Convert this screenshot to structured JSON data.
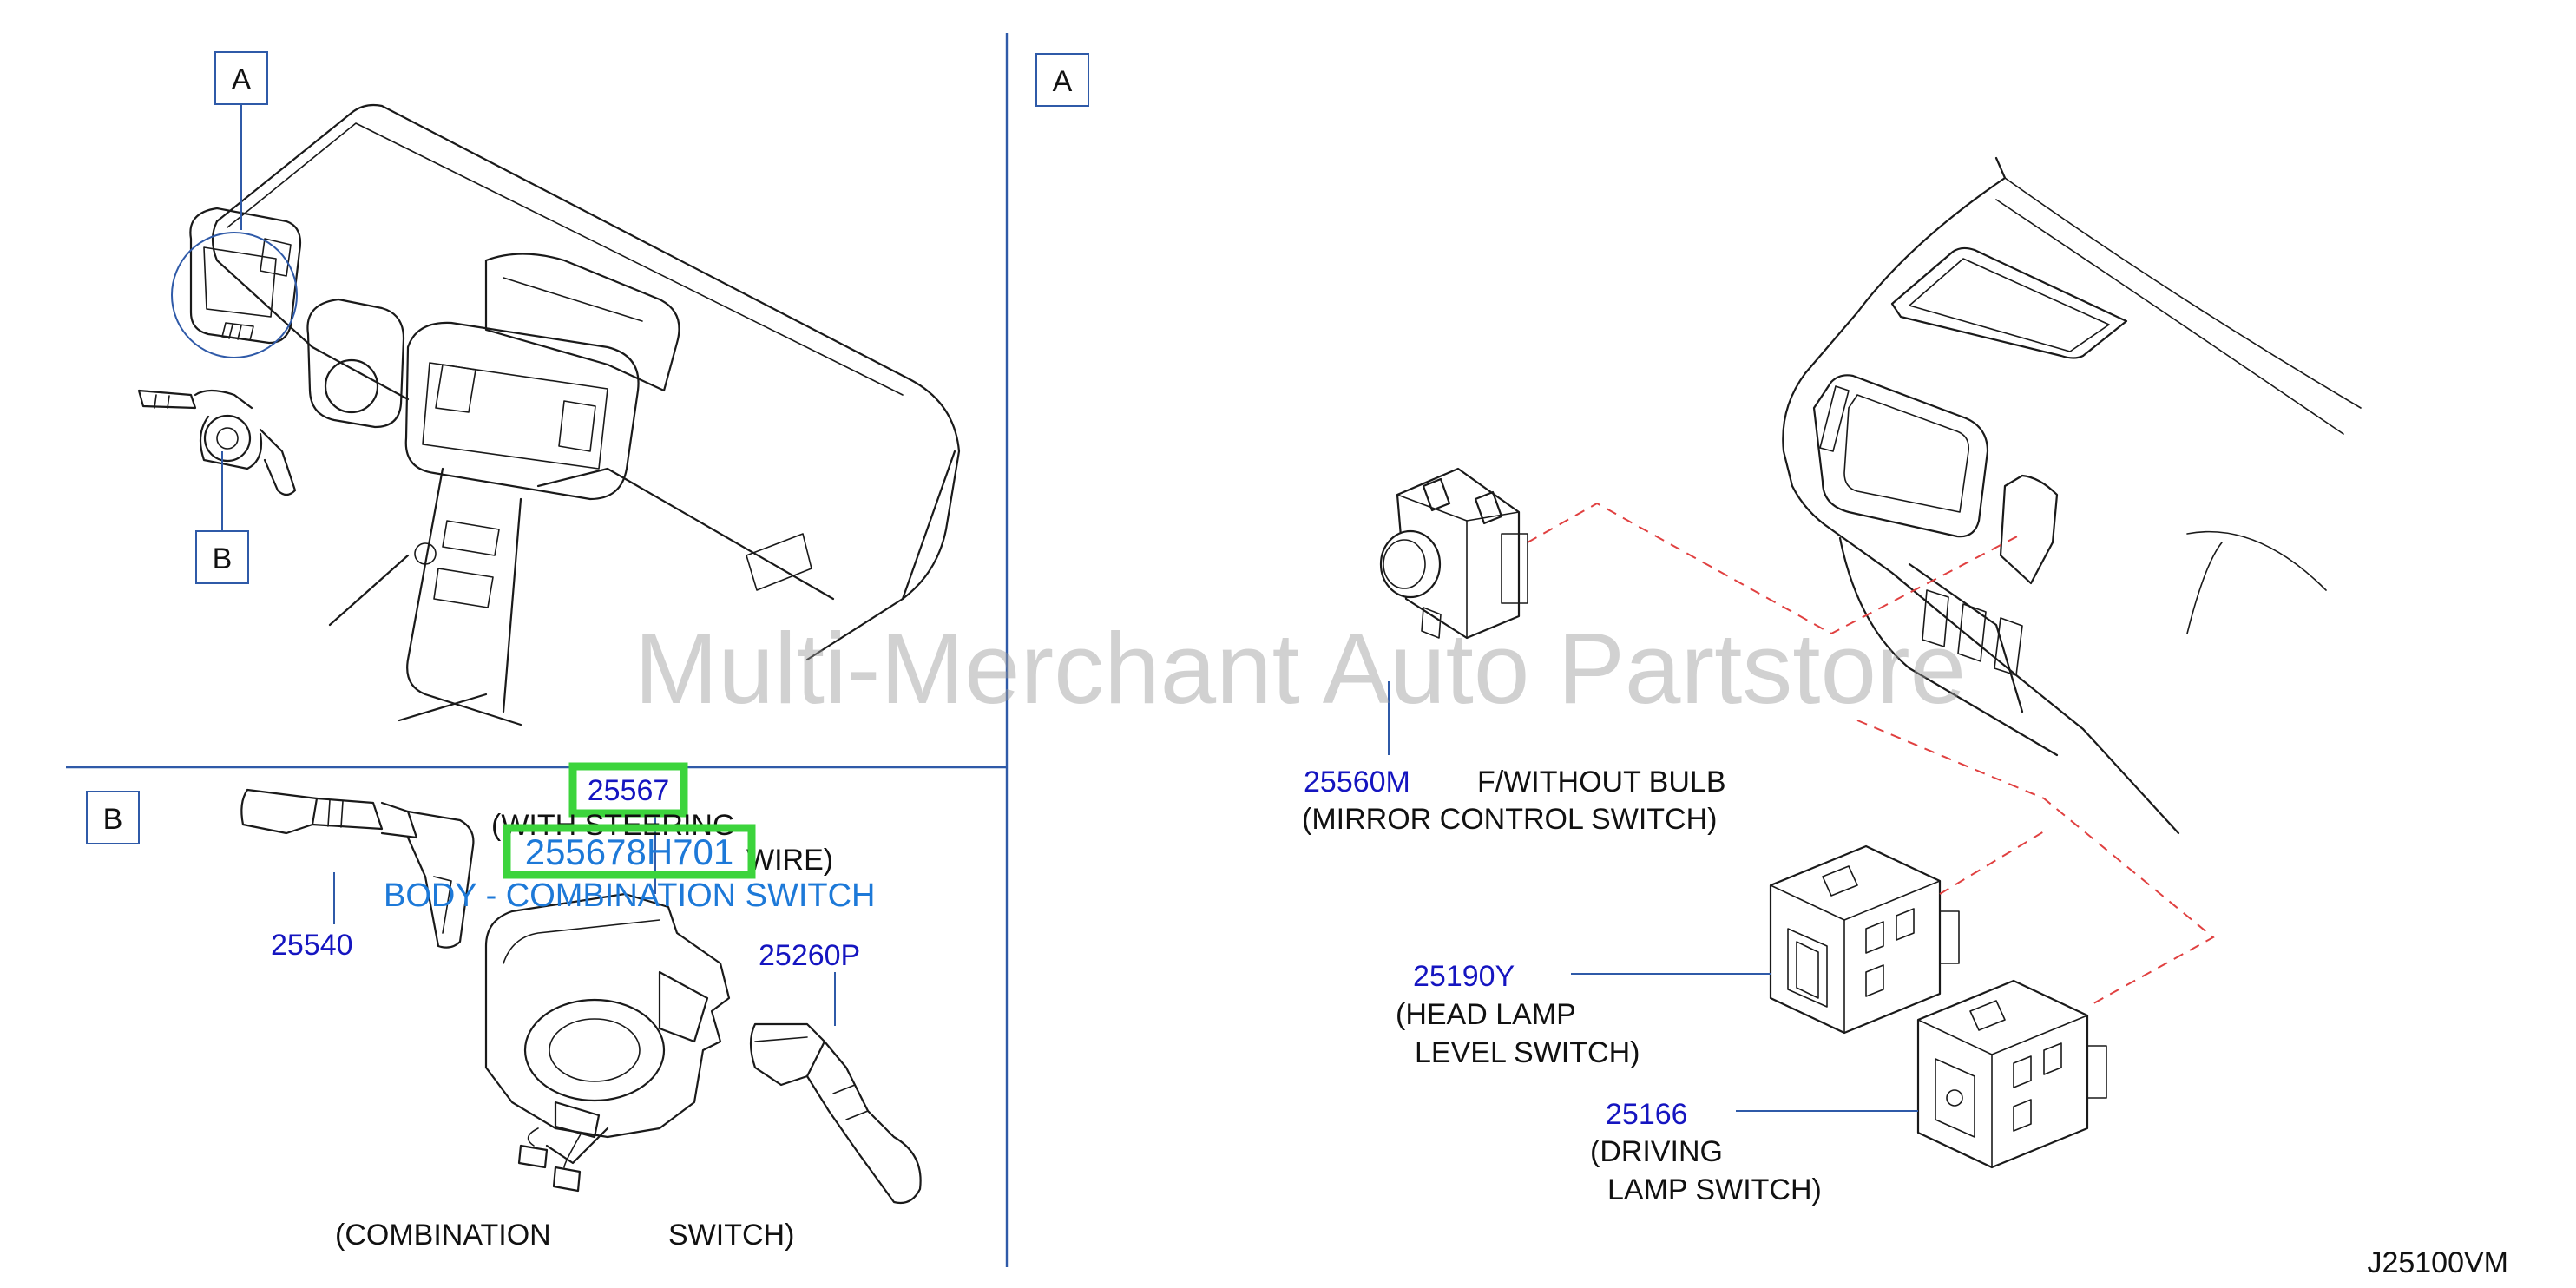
{
  "diagram": {
    "sections": [
      {
        "id": "A",
        "label": "A"
      },
      {
        "id": "A-detail",
        "label": "A"
      },
      {
        "id": "B",
        "label": "B"
      }
    ],
    "callout_B_overview": "B",
    "parts": [
      {
        "number": "25567",
        "highlighted": true,
        "note_line1": "(WITH   STEERING",
        "note_line2": "WIRE)"
      },
      {
        "number": "255678H701",
        "highlighted": true,
        "description": "BODY - COMBINATION SWITCH"
      },
      {
        "number": "25540"
      },
      {
        "number": "25260P"
      },
      {
        "number": "25560M",
        "note_line1": "F/WITHOUT   BULB",
        "note_line2": "(MIRROR   CONTROL   SWITCH)"
      },
      {
        "number": "25190Y",
        "note_line1": "(HEAD   LAMP",
        "note_line2": "LEVEL   SWITCH)"
      },
      {
        "number": "25166",
        "note_line1": "(DRIVING",
        "note_line2": "LAMP   SWITCH)"
      }
    ],
    "bottom_caption_left": "(COMBINATION",
    "bottom_caption_right": "SWITCH)",
    "drawing_code": "J25100VM",
    "watermark": "Multi-Merchant Auto Partstore",
    "colors": {
      "part_number": "#1515c0",
      "highlight_box": "#3cd43c",
      "description": "#1d79d8",
      "divider": "#2f5aa8",
      "connector_dash": "#e04040"
    }
  }
}
